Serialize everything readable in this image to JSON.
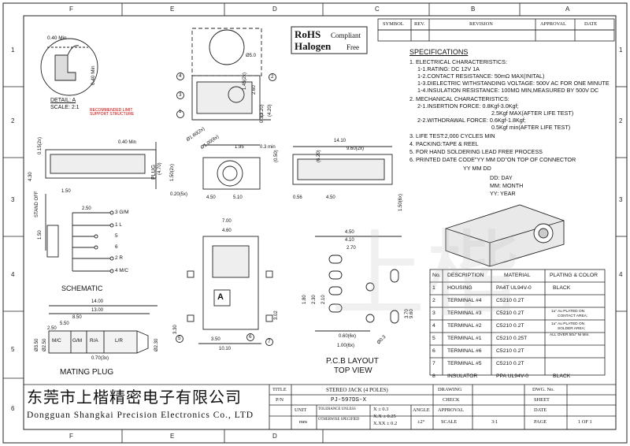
{
  "border_letters": {
    "top": [
      "F",
      "E",
      "D",
      "C",
      "B",
      "A"
    ],
    "rows": [
      "1",
      "2",
      "3",
      "4",
      "5",
      "6"
    ]
  },
  "revision_table": {
    "symbol": "SYMBOL",
    "rev": "REV.",
    "revision": "REVISION",
    "approval": "APPROVAL",
    "date": "DATE"
  },
  "badges": {
    "rohs": "RoHS",
    "compliant": "Compliant",
    "halogen": "Halogen",
    "free": "Free"
  },
  "specifications": {
    "heading": "SPECIFICATIONS",
    "lines": [
      "1. ELECTRICAL CHARACTERISTICS:",
      "1-1.RATING: DC 12V 1A",
      "1-2.CONTACT RESISTANCE: 50mΩ MAX(INITAL)",
      "1-3.DIELECTRIC WITHSTANDING VOLTAGE: 500V AC FOR ONE MINUTE",
      "1-4.INSULATION RESISTANCE: 100MΩ MIN,MEASURED BY 500V DC",
      "2. MECHANICAL CHARACTERISTICS:",
      "2-1.INSERTION FORCE: 0.8Kgf-3.0Kgf;",
      "2.5Kgf MAX(AFTER LIFE TEST)",
      "2-2.WITHDRAWAL FORCE: 0.6Kgf-1.8Kgf;",
      "0.5Kgf min(AFTER LIFE TEST)",
      "3. LIFE TEST:2,000 CYCLES MIN",
      "4. PACKING:TAPE & REEL",
      "5. FOR HAND SOLDERING LEAD FREE PROCESS",
      "6. PRINTED DATE CODE\"YY MM DD\"ON TOP OF CONNECTOR"
    ],
    "date_code": {
      "code": "YY MM DD",
      "dd": "DD: DAY",
      "mm": "MM: MONTH",
      "yy": "YY: YEAR"
    }
  },
  "detail": {
    "title": "DETAIL: A",
    "scale": "SCALE: 2:1",
    "min": "0.40 Min",
    "min2": "0.40 Min",
    "note": "RECOMMENDED LIMIT\nSUPPORT STRUCTURE"
  },
  "dimensions": {
    "d1": "0.15(2x)",
    "d2": "0.40 Min",
    "d3": "4.30",
    "d4": "STAND OFF",
    "d5": "1.50",
    "d6": "2.50",
    "d7": "1.50",
    "d8": "PLUG",
    "d9": "0.20(5x)",
    "d10": "1.50(2x)",
    "d11": "(4.70)",
    "d12": "Ø1.60(2x)",
    "d13": "Ø1.00(6x)",
    "d14": "1.95",
    "d15": "4.50",
    "d16": "0.3 min",
    "d17": "5.10",
    "d18": "14.10",
    "d19": "9.60(2x)",
    "d20": "0.56",
    "d21": "4.50",
    "d22": "1.50(6x)",
    "d23": "Ø5.0",
    "d24": "7.00",
    "d25": "4.60",
    "d26": "3.30",
    "d27": "3.02",
    "d28": "3.50",
    "d29": "10.10",
    "d30": "4.50",
    "d31": "4.10",
    "d32": "2.70",
    "d33": "1.80",
    "d34": "2.30",
    "d35": "2.10",
    "d36": "0.60(6x)",
    "d37": "1.00(6x)",
    "d38": "3.70",
    "d39": "9.60",
    "d40": "Ø0.3",
    "d41": "14.00",
    "d42": "13.00",
    "d43": "8.50",
    "d44": "5.50",
    "d45": "2.50",
    "d46": "Ø3.50",
    "d47": "Ø2.50",
    "d48": "0.70(3x)",
    "d49": "Ø2.30",
    "d50": "2.60",
    "d51": "(3.20)",
    "d52": "(4.20)",
    "d53": "1.45(2x)",
    "d54": "(6.20)",
    "d55": "(0.50)",
    "d56": "0.30"
  },
  "schematic": {
    "title": "SCHEMATIC",
    "pins": [
      "3 G/M",
      "1 L",
      "5",
      "6",
      "2 R",
      "4 M/C"
    ]
  },
  "mating_plug": {
    "title": "MATING PLUG",
    "segments": [
      "M/C",
      "G/M",
      "R/A",
      "L/R"
    ]
  },
  "pcb": {
    "title": "P.C.B LAYOUT",
    "subtitle": "TOP VIEW"
  },
  "balloons": [
    "1",
    "2",
    "3",
    "4",
    "5",
    "6",
    "7"
  ],
  "view_label_a": "A",
  "bom": {
    "headers": [
      "No.",
      "DESCRIPTION",
      "MATERIAL",
      "PLATING & COLOR"
    ],
    "rows": [
      {
        "no": "1",
        "desc": "HOUSING",
        "mat": "PA4T UL94V-0",
        "plating": "BLACK"
      },
      {
        "no": "2",
        "desc": "TERMINAL #4",
        "mat": "C5210 0.2T",
        "plating": ""
      },
      {
        "no": "3",
        "desc": "TERMINAL #3",
        "mat": "C5210 0.2T",
        "plating": ""
      },
      {
        "no": "4",
        "desc": "TERMINAL #2",
        "mat": "C5210 0.2T",
        "plating": ""
      },
      {
        "no": "5",
        "desc": "TERMINAL #1",
        "mat": "C5210 0.25T",
        "plating": ""
      },
      {
        "no": "6",
        "desc": "TERMINAL #6",
        "mat": "C5210 0.2T",
        "plating": ""
      },
      {
        "no": "7",
        "desc": "TERMINAL #5",
        "mat": "C5210 0.2T",
        "plating": ""
      },
      {
        "no": "8",
        "desc": "INSULATOR",
        "mat": "PPA UL94V-0",
        "plating": "BLACK"
      }
    ],
    "plating_note": [
      "1u\" Au PLATED ON",
      "CONTACT AREA;",
      "1u\" Au PLATED ON",
      "SOLDER AREA;",
      "ALL OVER 50u\" Ni Min."
    ]
  },
  "title_block": {
    "company_cn": "东莞市上楷精密电子有限公司",
    "company_en": "Dongguan Shangkai Precision Electronics Co., LTD",
    "title_label": "TITLE",
    "title": "STEREO JACK (4 POLES)",
    "pn_label": "P/N",
    "pn": "PJ-597DS-X",
    "unit_label": "UNIT",
    "unit": "mm",
    "tol_label1": "TOLERANCE UNLESS",
    "tol_label2": "OTHERWISE SPECIFIED",
    "tol1": "X ± 0.3",
    "tol2": "X.X ± 0.25",
    "tol3": "X.XX ± 0.2",
    "angle_label": "ANGLE",
    "angle": "±2°",
    "drawing": "DRAWING",
    "check": "CHECK",
    "approval": "APPROVAL",
    "scale_label": "SCALE",
    "scale": "3:1",
    "page_label": "PAGE",
    "page": "1 OF 1",
    "dwg_label": "DWG. No.",
    "sheet_label": "SHEET",
    "date_label": "DATE"
  },
  "watermark": "上楷"
}
